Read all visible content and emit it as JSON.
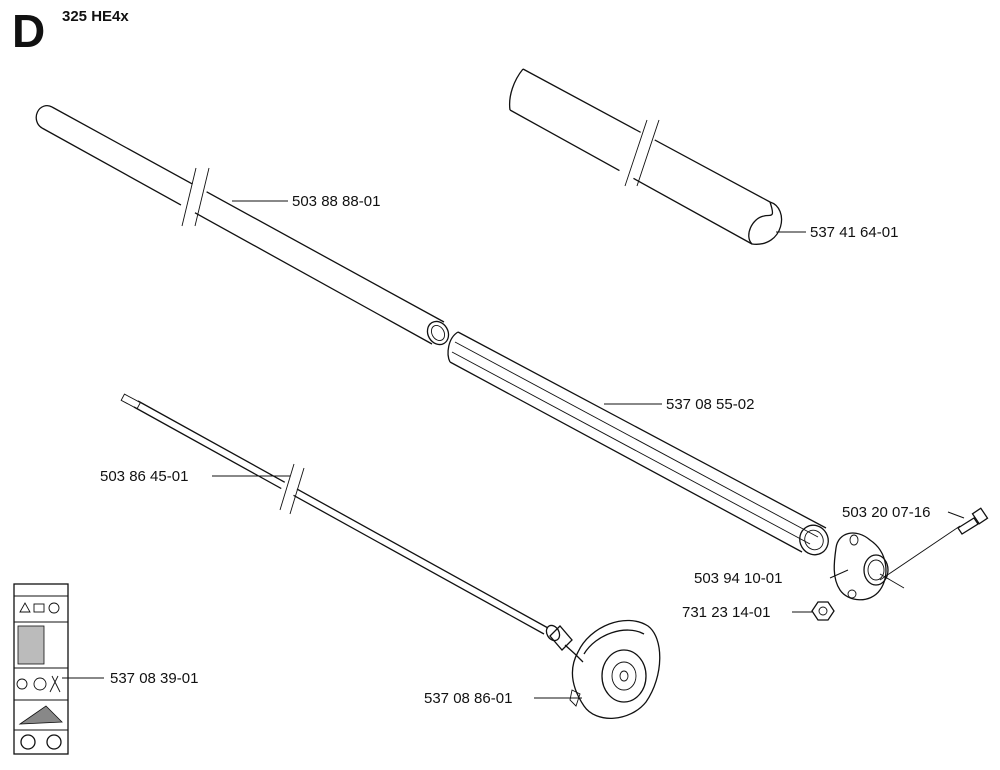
{
  "header": {
    "section_letter": "D",
    "model": "325 HE4x"
  },
  "parts": [
    {
      "id": "tube-upper",
      "number": "503 88 88-01"
    },
    {
      "id": "tube-shaped",
      "number": "537 41 64-01"
    },
    {
      "id": "grip-sleeve",
      "number": "537 08 55-02"
    },
    {
      "id": "drive-shaft",
      "number": "503 86 45-01"
    },
    {
      "id": "screw",
      "number": "503 20 07-16"
    },
    {
      "id": "clamp",
      "number": "503 94 10-01"
    },
    {
      "id": "nut",
      "number": "731 23 14-01"
    },
    {
      "id": "label",
      "number": "537 08 39-01"
    },
    {
      "id": "clutch-drum",
      "number": "537 08 86-01"
    }
  ]
}
